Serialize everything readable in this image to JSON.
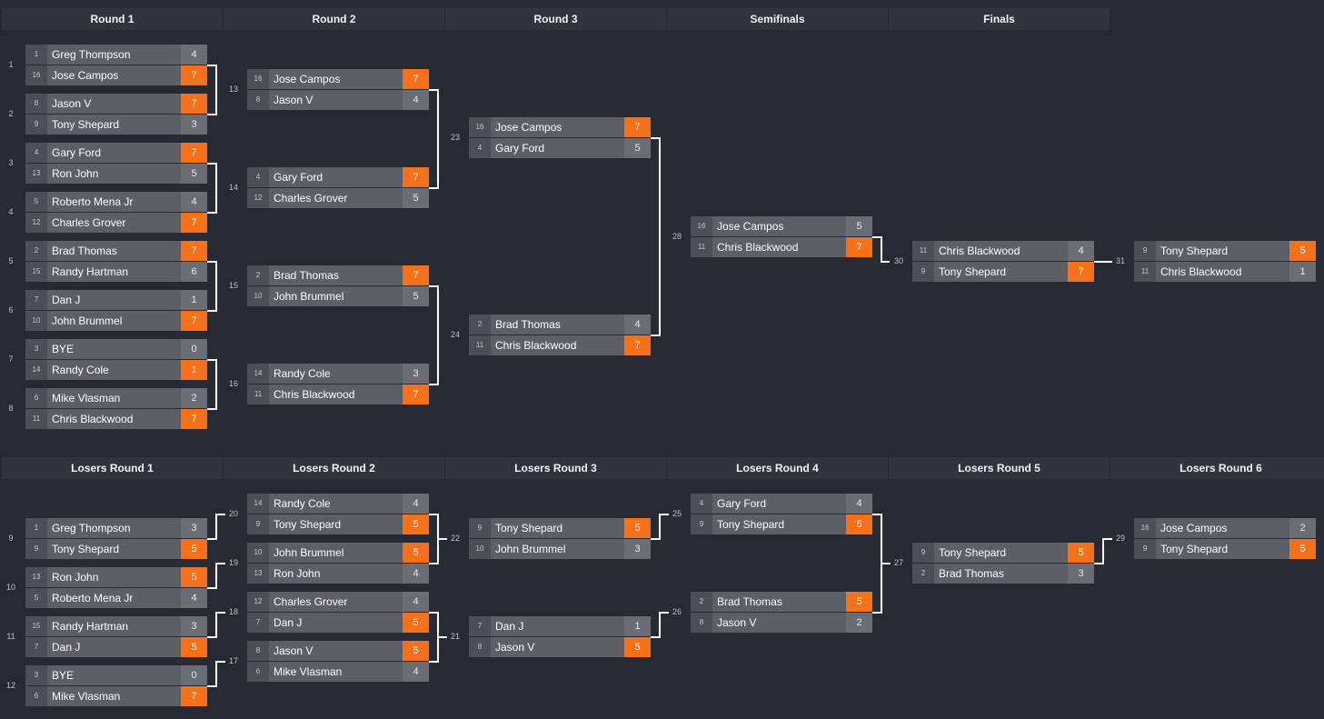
{
  "winners_rounds": [
    "Round 1",
    "Round 2",
    "Round 3",
    "Semifinals",
    "Finals"
  ],
  "losers_rounds": [
    "Losers Round 1",
    "Losers Round 2",
    "Losers Round 3",
    "Losers Round 4",
    "Losers Round 5",
    "Losers Round 6"
  ],
  "matches": [
    {
      "id": "1",
      "top": {
        "seed": "1",
        "name": "Greg Thompson",
        "score": "4"
      },
      "bottom": {
        "seed": "16",
        "name": "Jose Campos",
        "score": "7"
      },
      "winner": "bottom"
    },
    {
      "id": "2",
      "top": {
        "seed": "8",
        "name": "Jason V",
        "score": "7"
      },
      "bottom": {
        "seed": "9",
        "name": "Tony Shepard",
        "score": "3"
      },
      "winner": "top"
    },
    {
      "id": "3",
      "top": {
        "seed": "4",
        "name": "Gary Ford",
        "score": "7"
      },
      "bottom": {
        "seed": "13",
        "name": "Ron John",
        "score": "5"
      },
      "winner": "top"
    },
    {
      "id": "4",
      "top": {
        "seed": "5",
        "name": "Roberto Mena Jr",
        "score": "4"
      },
      "bottom": {
        "seed": "12",
        "name": "Charles Grover",
        "score": "7"
      },
      "winner": "bottom"
    },
    {
      "id": "5",
      "top": {
        "seed": "2",
        "name": "Brad Thomas",
        "score": "7"
      },
      "bottom": {
        "seed": "15",
        "name": "Randy Hartman",
        "score": "6"
      },
      "winner": "top"
    },
    {
      "id": "6",
      "top": {
        "seed": "7",
        "name": "Dan J",
        "score": "1"
      },
      "bottom": {
        "seed": "10",
        "name": "John Brummel",
        "score": "7"
      },
      "winner": "bottom"
    },
    {
      "id": "7",
      "top": {
        "seed": "3",
        "name": "BYE",
        "score": "0"
      },
      "bottom": {
        "seed": "14",
        "name": "Randy Cole",
        "score": "1"
      },
      "winner": "bottom"
    },
    {
      "id": "8",
      "top": {
        "seed": "6",
        "name": "Mike Vlasman",
        "score": "2"
      },
      "bottom": {
        "seed": "11",
        "name": "Chris Blackwood",
        "score": "7"
      },
      "winner": "bottom"
    },
    {
      "id": "13",
      "top": {
        "seed": "16",
        "name": "Jose Campos",
        "score": "7"
      },
      "bottom": {
        "seed": "8",
        "name": "Jason V",
        "score": "4"
      },
      "winner": "top"
    },
    {
      "id": "14",
      "top": {
        "seed": "4",
        "name": "Gary Ford",
        "score": "7"
      },
      "bottom": {
        "seed": "12",
        "name": "Charles Grover",
        "score": "5"
      },
      "winner": "top"
    },
    {
      "id": "15",
      "top": {
        "seed": "2",
        "name": "Brad Thomas",
        "score": "7"
      },
      "bottom": {
        "seed": "10",
        "name": "John Brummel",
        "score": "5"
      },
      "winner": "top"
    },
    {
      "id": "16",
      "top": {
        "seed": "14",
        "name": "Randy Cole",
        "score": "3"
      },
      "bottom": {
        "seed": "11",
        "name": "Chris Blackwood",
        "score": "7"
      },
      "winner": "bottom"
    },
    {
      "id": "23",
      "top": {
        "seed": "16",
        "name": "Jose Campos",
        "score": "7"
      },
      "bottom": {
        "seed": "4",
        "name": "Gary Ford",
        "score": "5"
      },
      "winner": "top"
    },
    {
      "id": "24",
      "top": {
        "seed": "2",
        "name": "Brad Thomas",
        "score": "4"
      },
      "bottom": {
        "seed": "11",
        "name": "Chris Blackwood",
        "score": "7"
      },
      "winner": "bottom"
    },
    {
      "id": "28",
      "top": {
        "seed": "16",
        "name": "Jose Campos",
        "score": "5"
      },
      "bottom": {
        "seed": "11",
        "name": "Chris Blackwood",
        "score": "7"
      },
      "winner": "bottom"
    },
    {
      "id": "30",
      "top": {
        "seed": "11",
        "name": "Chris Blackwood",
        "score": "4"
      },
      "bottom": {
        "seed": "9",
        "name": "Tony Shepard",
        "score": "7"
      },
      "winner": "bottom"
    },
    {
      "id": "31",
      "top": {
        "seed": "9",
        "name": "Tony Shepard",
        "score": "5"
      },
      "bottom": {
        "seed": "11",
        "name": "Chris Blackwood",
        "score": "1"
      },
      "winner": "top"
    },
    {
      "id": "9",
      "top": {
        "seed": "1",
        "name": "Greg Thompson",
        "score": "3"
      },
      "bottom": {
        "seed": "9",
        "name": "Tony Shepard",
        "score": "5"
      },
      "winner": "bottom"
    },
    {
      "id": "10",
      "top": {
        "seed": "13",
        "name": "Ron John",
        "score": "5"
      },
      "bottom": {
        "seed": "5",
        "name": "Roberto Mena Jr",
        "score": "4"
      },
      "winner": "top"
    },
    {
      "id": "11",
      "top": {
        "seed": "15",
        "name": "Randy Hartman",
        "score": "3"
      },
      "bottom": {
        "seed": "7",
        "name": "Dan J",
        "score": "5"
      },
      "winner": "bottom"
    },
    {
      "id": "12",
      "top": {
        "seed": "3",
        "name": "BYE",
        "score": "0"
      },
      "bottom": {
        "seed": "6",
        "name": "Mike Vlasman",
        "score": "7"
      },
      "winner": "bottom"
    },
    {
      "id": "20",
      "top": {
        "seed": "14",
        "name": "Randy Cole",
        "score": "4"
      },
      "bottom": {
        "seed": "9",
        "name": "Tony Shepard",
        "score": "5"
      },
      "winner": "bottom"
    },
    {
      "id": "19",
      "top": {
        "seed": "10",
        "name": "John Brummel",
        "score": "5"
      },
      "bottom": {
        "seed": "13",
        "name": "Ron John",
        "score": "4"
      },
      "winner": "top"
    },
    {
      "id": "18",
      "top": {
        "seed": "12",
        "name": "Charles Grover",
        "score": "4"
      },
      "bottom": {
        "seed": "7",
        "name": "Dan J",
        "score": "5"
      },
      "winner": "bottom"
    },
    {
      "id": "17",
      "top": {
        "seed": "8",
        "name": "Jason V",
        "score": "5"
      },
      "bottom": {
        "seed": "6",
        "name": "Mike Vlasman",
        "score": "4"
      },
      "winner": "top"
    },
    {
      "id": "22",
      "top": {
        "seed": "9",
        "name": "Tony Shepard",
        "score": "5"
      },
      "bottom": {
        "seed": "10",
        "name": "John Brummel",
        "score": "3"
      },
      "winner": "top"
    },
    {
      "id": "21",
      "top": {
        "seed": "7",
        "name": "Dan J",
        "score": "1"
      },
      "bottom": {
        "seed": "8",
        "name": "Jason V",
        "score": "5"
      },
      "winner": "bottom"
    },
    {
      "id": "25",
      "top": {
        "seed": "4",
        "name": "Gary Ford",
        "score": "4"
      },
      "bottom": {
        "seed": "9",
        "name": "Tony Shepard",
        "score": "5"
      },
      "winner": "bottom"
    },
    {
      "id": "26",
      "top": {
        "seed": "2",
        "name": "Brad Thomas",
        "score": "5"
      },
      "bottom": {
        "seed": "8",
        "name": "Jason V",
        "score": "2"
      },
      "winner": "top"
    },
    {
      "id": "27",
      "top": {
        "seed": "9",
        "name": "Tony Shepard",
        "score": "5"
      },
      "bottom": {
        "seed": "2",
        "name": "Brad Thomas",
        "score": "3"
      },
      "winner": "top"
    },
    {
      "id": "29",
      "top": {
        "seed": "16",
        "name": "Jose Campos",
        "score": "2"
      },
      "bottom": {
        "seed": "9",
        "name": "Tony Shepard",
        "score": "5"
      },
      "winner": "bottom"
    }
  ],
  "match_numbers": [
    "1",
    "2",
    "3",
    "4",
    "5",
    "6",
    "7",
    "8",
    "9",
    "10",
    "11",
    "12",
    "13",
    "14",
    "15",
    "16",
    "23",
    "24",
    "28",
    "30",
    "31",
    "20",
    "19",
    "18",
    "17",
    "22",
    "21",
    "25",
    "26",
    "27",
    "29"
  ]
}
